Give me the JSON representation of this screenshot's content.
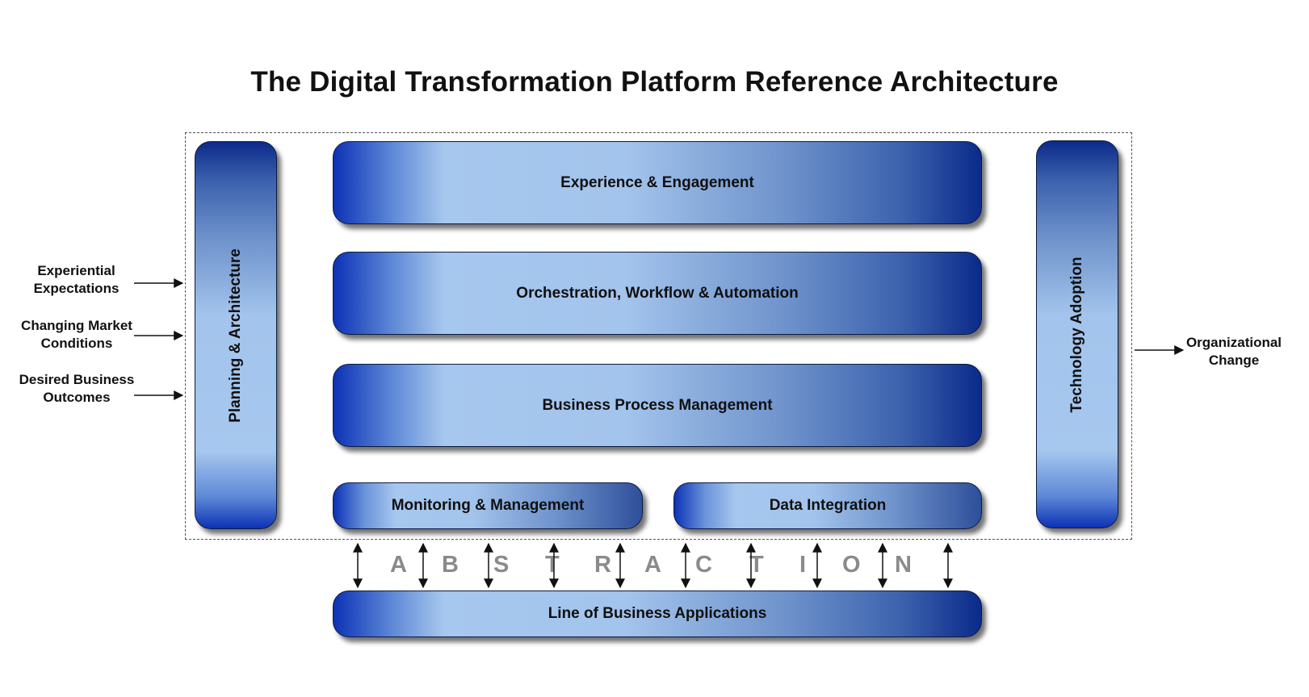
{
  "title": "The Digital Transformation Platform Reference Architecture",
  "inputs": [
    "Experiential\nExpectations",
    "Changing Market\nConditions",
    "Desired Business\nOutcomes"
  ],
  "output": "Organizational\nChange",
  "left_pillar": "Planning & Architecture",
  "right_pillar": "Technology Adoption",
  "layers": {
    "experience": "Experience & Engagement",
    "orchestration": "Orchestration, Workflow & Automation",
    "bpm": "Business Process Management",
    "monitoring": "Monitoring & Management",
    "data": "Data Integration",
    "lob": "Line of Business Applications"
  },
  "abstraction_letters": [
    "A",
    "B",
    "S",
    "T",
    "R",
    "A",
    "C",
    "T",
    "I",
    "O",
    "N"
  ],
  "colors": {
    "gradient_dark": "#0c32b5",
    "gradient_light": "#a6c7ee",
    "frame": "#555555",
    "letters": "#8a8a8a"
  }
}
